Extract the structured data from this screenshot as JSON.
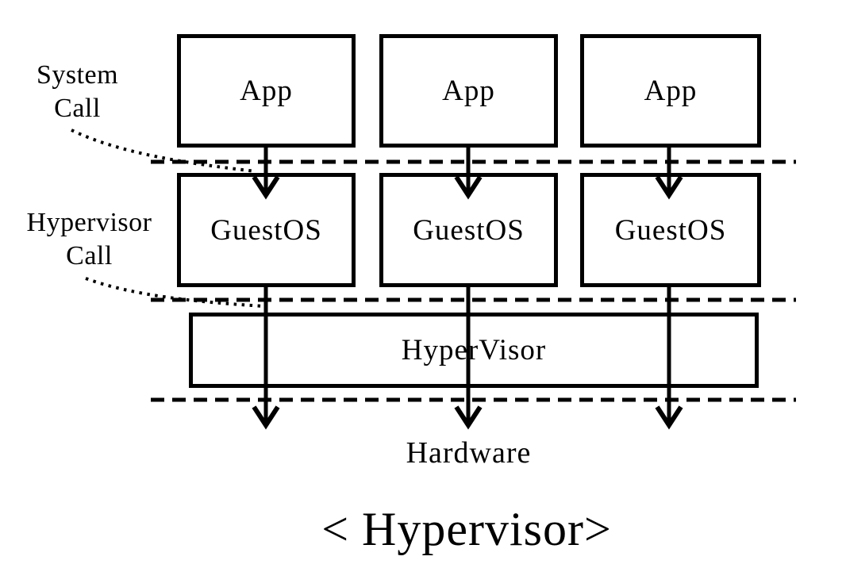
{
  "background_color": "#ffffff",
  "stroke_color": "#000000",
  "title": "< Hypervisor>",
  "layers": {
    "apps": [
      "App",
      "App",
      "App"
    ],
    "guest_os": [
      "GuestOS",
      "GuestOS",
      "GuestOS"
    ],
    "hypervisor": "HyperVisor",
    "hardware": "Hardware"
  },
  "annotations": {
    "system_call": {
      "line1": "System",
      "line2": "Call"
    },
    "hypervisor_call": {
      "line1": "Hypervisor",
      "line2": "Call"
    }
  }
}
